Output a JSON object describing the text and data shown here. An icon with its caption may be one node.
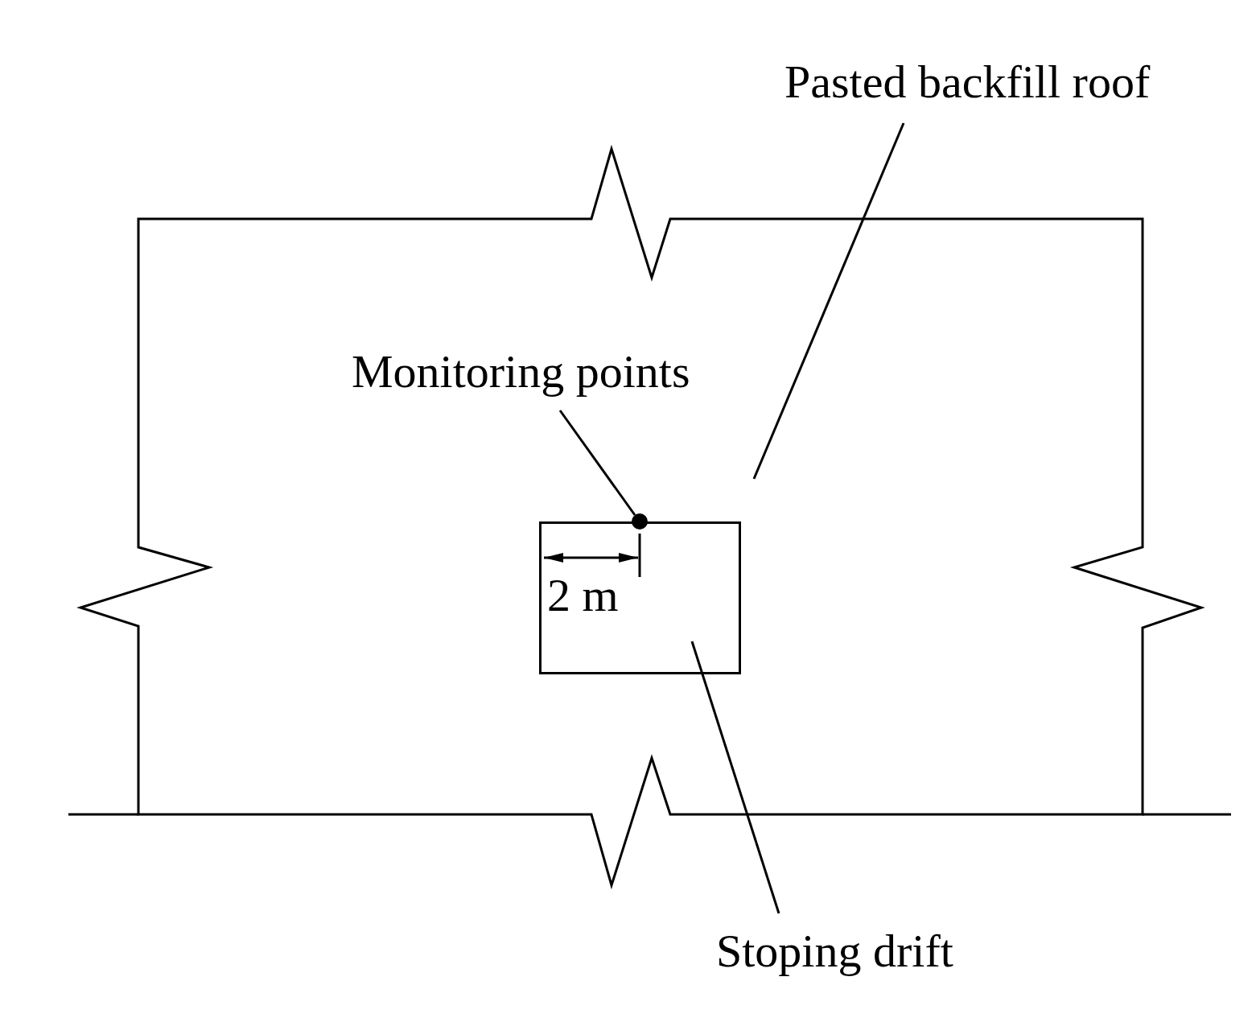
{
  "diagram": {
    "nodes": [
      {
        "text": [
          "Pasted backfill roof"
        ]
      },
      {
        "text": [],
        "shape": "box"
      },
      {
        "text": [
          "Monitoring points"
        ],
        "in": 1
      },
      {
        "text": [],
        "shape": "circle",
        "in": 1
      },
      {
        "text": [],
        "shape": "box",
        "in": 1
      },
      {
        "text": [
          "Stoping drift"
        ]
      }
    ],
    "edges": [
      {
        "from": 0,
        "to": 1,
        "arrow": "none"
      },
      {
        "from": 2,
        "to": 3,
        "arrow": "none"
      },
      {
        "from": 5,
        "to": 4,
        "arrow": "none"
      }
    ],
    "labels": [
      "2 m"
    ]
  }
}
